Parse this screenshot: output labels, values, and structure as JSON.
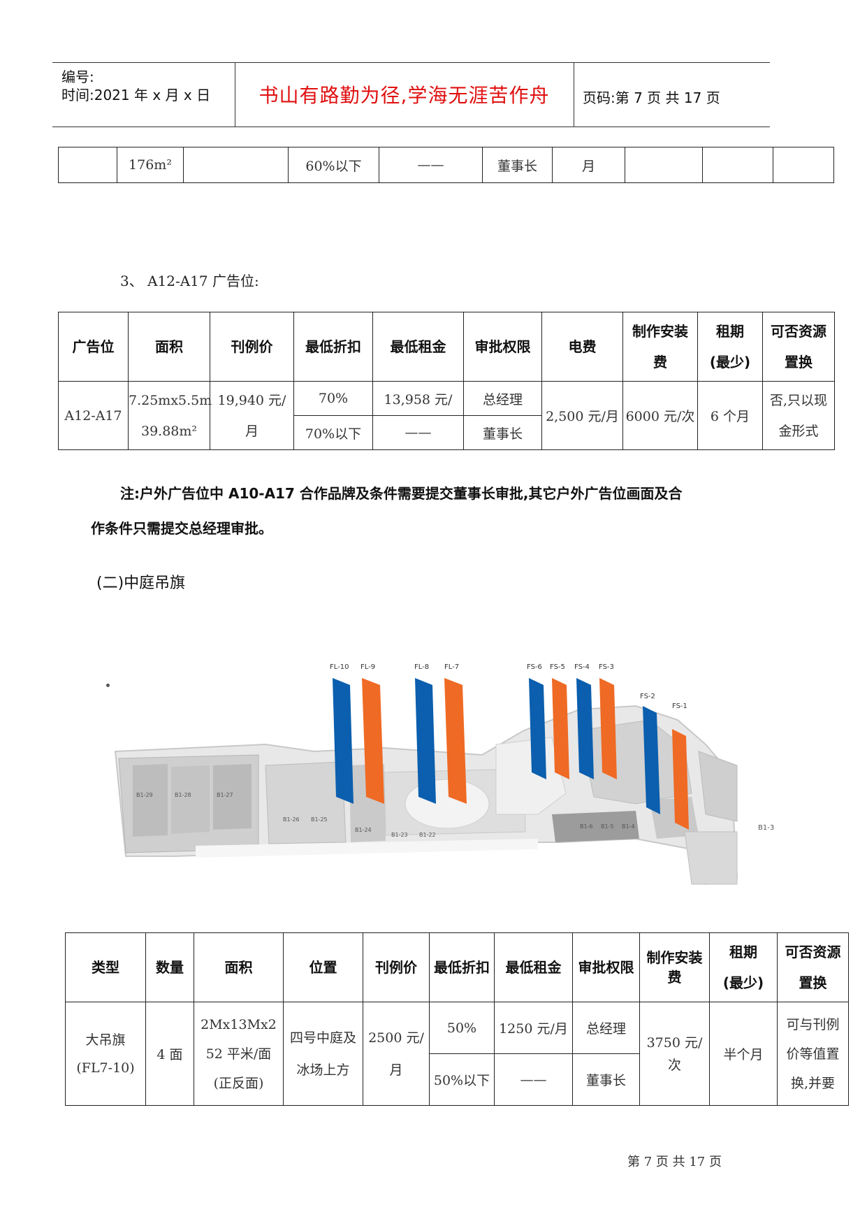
{
  "header": {
    "number_label": "编号:",
    "time_label": "时间:2021 年 x 月 x 日",
    "motto": "书山有路勤为径,学海无涯苦作舟",
    "page_label": "页码:第 7 页 共 17 页"
  },
  "top_table": {
    "cells": [
      "",
      "176m²",
      "",
      "60%以下",
      "——",
      "董事长",
      "月",
      "",
      "",
      ""
    ]
  },
  "section3": {
    "title": "3、 A12-A17 广告位:",
    "headers": [
      "广告位",
      "面积",
      "刊例价",
      "最低折扣",
      "最低租金",
      "审批权限",
      "电费",
      "制作安装",
      "费",
      "租期",
      "(最少)",
      "可否资源",
      "置换"
    ],
    "row": {
      "name": "A12-A17",
      "area1": "7.25mx5.5m",
      "area2": "39.88m²",
      "price1": "19,940 元/",
      "price2": "月",
      "discount1": "70%",
      "discount2": "70%以下",
      "rent1": "13,958 元/",
      "rent2": "——",
      "approval1": "总经理",
      "approval2": "董事长",
      "electric": "2,500 元/月",
      "production": "6000 元/次",
      "term": "6 个月",
      "swap1": "否,只以现",
      "swap2": "金形式"
    }
  },
  "note": {
    "line1": "注:户外广告位中 A10-A17 合作品牌及条件需要提交董事长审批,其它户外广告位画面及合",
    "line2": "作条件只需提交总经理审批。"
  },
  "section2": {
    "title": "(二)中庭吊旗"
  },
  "map": {
    "flag_labels": [
      "FL-10",
      "FL-9",
      "FL-8",
      "FL-7",
      "FS-6",
      "FS-5",
      "FS-4",
      "FS-3",
      "FS-2",
      "FS-1"
    ],
    "unit_labels": [
      "B1-29",
      "B1-28",
      "B1-27",
      "B1-26",
      "B1-25",
      "B1-24",
      "B1-23",
      "B1-22",
      "B1-3",
      "B1-4",
      "B1-5",
      "B1-6"
    ],
    "colors": {
      "blue": "#0b5fae",
      "orange": "#ef6a24"
    }
  },
  "bottom_table": {
    "headers": [
      "类型",
      "数量",
      "面积",
      "位置",
      "刊例价",
      "最低折扣",
      "最低租金",
      "审批权限",
      "制作安装",
      "费",
      "租期",
      "(最少)",
      "可否资源",
      "置换"
    ],
    "row": {
      "type1": "大吊旗",
      "type2": "(FL7-10)",
      "qty": "4 面",
      "area1": "2Mx13Mx2",
      "area2": "52 平米/面",
      "area3": "(正反面)",
      "pos1": "四号中庭及",
      "pos2": "冰场上方",
      "price1": "2500 元/",
      "price2": "月",
      "discount1": "50%",
      "discount2": "50%以下",
      "rent1": "1250 元/月",
      "rent2": "——",
      "approval1": "总经理",
      "approval2": "董事长",
      "prod1": "3750 元/",
      "prod2": "次",
      "term": "半个月",
      "swap1": "可与刊例",
      "swap2": "价等值置",
      "swap3": "换,并要"
    }
  },
  "footer": {
    "page": "第 7 页 共 17 页"
  }
}
